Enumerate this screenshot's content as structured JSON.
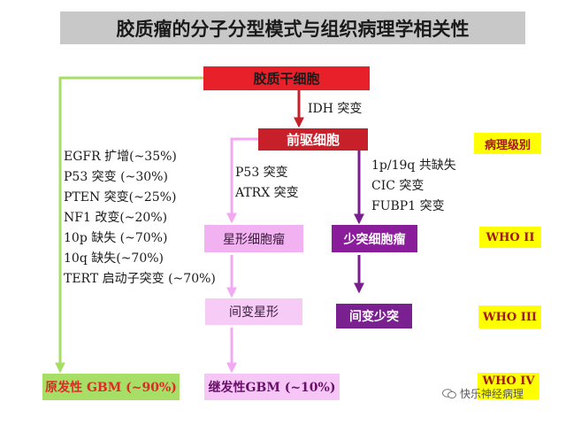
{
  "title": "胶质瘤的分子分型模式与组织病理学相关性",
  "nodes": {
    "stem": "胶质干细胞",
    "progenitor": "前驱细胞",
    "astrocytoma": "星形细胞瘤",
    "oligodendroglioma": "少突细胞瘤",
    "anaplastic_astro": "间变星形",
    "anaplastic_oligo": "间变少突",
    "primary_gbm": "原发性 GBM (~90%)",
    "secondary_gbm": "继发性GBM (~10%)"
  },
  "transitions": {
    "idh": "IDH 突变"
  },
  "primary_alterations": [
    "EGFR 扩增(~35%)",
    "P53 突变 (~30%)",
    "PTEN 突变(~25%)",
    "NF1 改变(~20%)",
    "10p 缺失 (~70%)",
    "10q 缺失(~70%)",
    "TERT 启动子突变 (~70%)"
  ],
  "astro_alterations": [
    "P53 突变",
    "ATRX 突变"
  ],
  "oligo_alterations": [
    "1p/19q 共缺失",
    "CIC 突变",
    "FUBP1 突变"
  ],
  "grades": {
    "heading": "病理级别",
    "ii": "WHO II",
    "iii": "WHO III",
    "iv": "WHO IV"
  },
  "watermark": "快乐神经病理",
  "colors": {
    "stem": "#e8202a",
    "progenitor": "#c8202a",
    "primary_path": "#a6de66",
    "astro_path": "#f2b2f2",
    "oligo_path": "#7a1e8e",
    "grade": "#ffff00"
  }
}
